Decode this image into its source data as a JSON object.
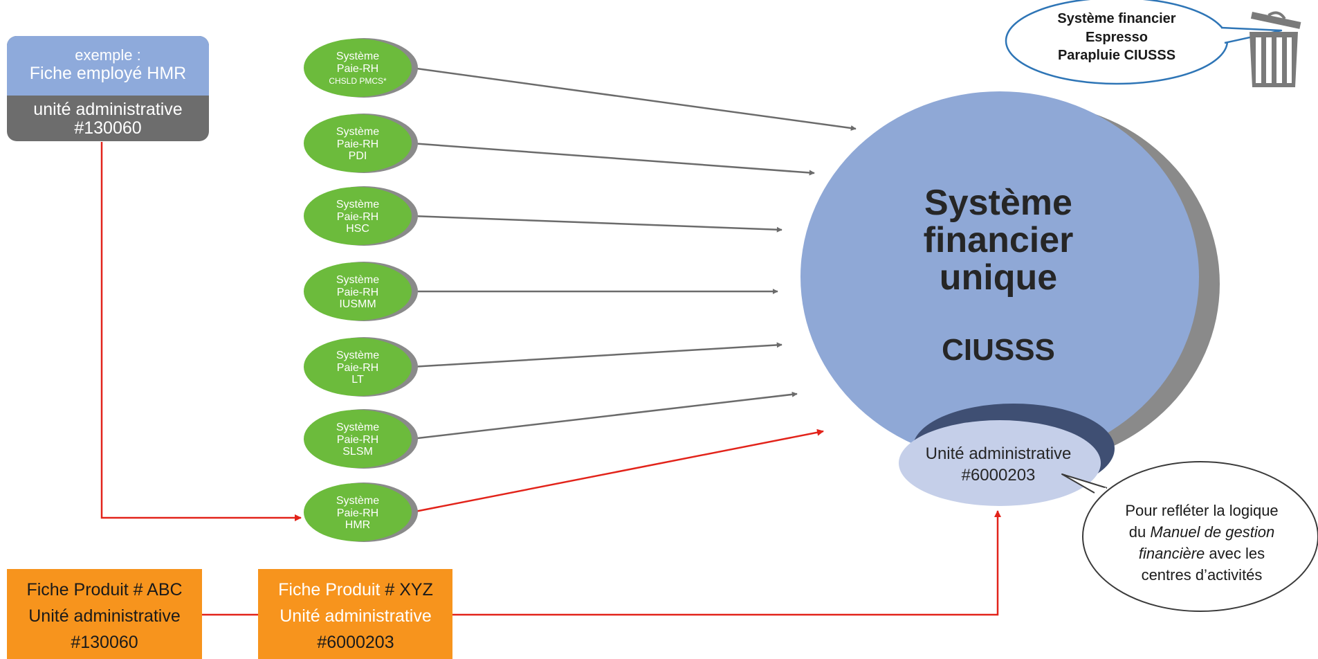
{
  "example_box": {
    "line1": "exemple :",
    "line2": "Fiche employé HMR",
    "unit_line1": "unité administrative",
    "unit_line2": "#130060"
  },
  "pay_systems": [
    {
      "line1": "Système",
      "line2": "Paie-RH",
      "line3": "CHSLD PMCS*"
    },
    {
      "line1": "Système",
      "line2": "Paie-RH",
      "line3": "PDI"
    },
    {
      "line1": "Système",
      "line2": "Paie-RH",
      "line3": "HSC"
    },
    {
      "line1": "Système",
      "line2": "Paie-RH",
      "line3": "IUSMM"
    },
    {
      "line1": "Système",
      "line2": "Paie-RH",
      "line3": "LT"
    },
    {
      "line1": "Système",
      "line2": "Paie-RH",
      "line3": "SLSM"
    },
    {
      "line1": "Système",
      "line2": "Paie-RH",
      "line3": "HMR"
    }
  ],
  "main_circle": {
    "line1": "Système",
    "line2": "financier",
    "line3": "unique",
    "line4": "CIUSSS"
  },
  "unit_ellipse": {
    "line1": "Unité administrative",
    "line2": "#6000203"
  },
  "callout_top": {
    "line1": "Système financier",
    "line2": "Espresso",
    "line3": "Parapluie CIUSSS"
  },
  "callout_bottom": {
    "line1": "Pour refléter la logique",
    "line2_prefix": "du ",
    "line2_italic": "Manuel de gestion",
    "line3_italic": "financière",
    "line3_suffix": " avec les",
    "line4": "centres d’activités"
  },
  "product_abc": {
    "line1": "Fiche Produit # ABC",
    "line2": "Unité administrative",
    "line3": "#130060"
  },
  "product_xyz": {
    "line1_prefix": "Fiche Produit ",
    "line1_suffix": "# XYZ",
    "line2": "Unité administrative",
    "line3": "#6000203"
  },
  "colors": {
    "blue_box": "#8eaadb",
    "grey_box": "#6d6d6d",
    "green": "#6cbb3c",
    "green_shadow": "#8a8a8a",
    "main_circle": "#8fa8d6",
    "main_shadow": "#8a8a8a",
    "unit_ellipse": "#c5cfe9",
    "unit_shadow": "#3f4f73",
    "orange": "#f7941d",
    "red": "#e2231a",
    "arrow_grey": "#6b6b6b",
    "callout_border": "#2e75b6"
  },
  "icons": [
    "trash-can-icon"
  ]
}
